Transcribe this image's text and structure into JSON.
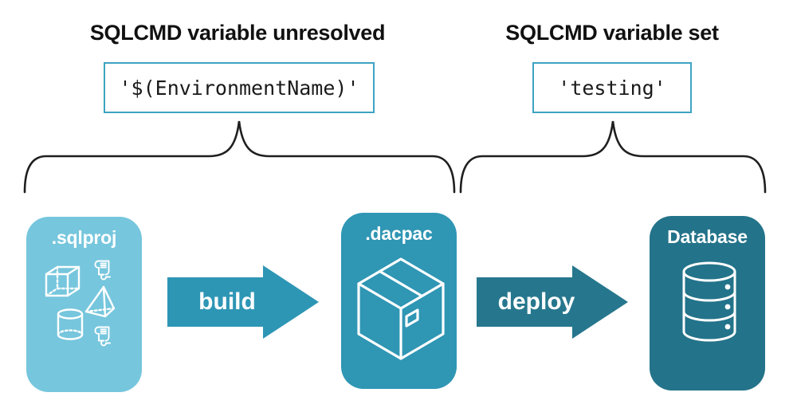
{
  "annotations": {
    "left": {
      "heading": "SQLCMD variable unresolved",
      "value": "'$(EnvironmentName)'"
    },
    "right": {
      "heading": "SQLCMD variable set",
      "value": "'testing'"
    }
  },
  "pipeline": {
    "nodes": {
      "sqlproj": {
        "label": ".sqlproj",
        "icon": "sql-objects-icon",
        "color": "#76C6DD"
      },
      "dacpac": {
        "label": ".dacpac",
        "icon": "package-icon",
        "color": "#2F96B4"
      },
      "database": {
        "label": "Database",
        "icon": "database-icon",
        "color": "#23738A"
      }
    },
    "steps": {
      "build": {
        "label": "build",
        "color": "#2E96B5"
      },
      "deploy": {
        "label": "deploy",
        "color": "#26778D"
      }
    }
  },
  "colors": {
    "value_box_border": "#3EA3C3",
    "heading_text": "#111111",
    "code_text": "#1a1a1a",
    "brace_stroke": "#1f1f1f",
    "icon_stroke": "#FFFFFF",
    "background": "#FFFFFF"
  }
}
